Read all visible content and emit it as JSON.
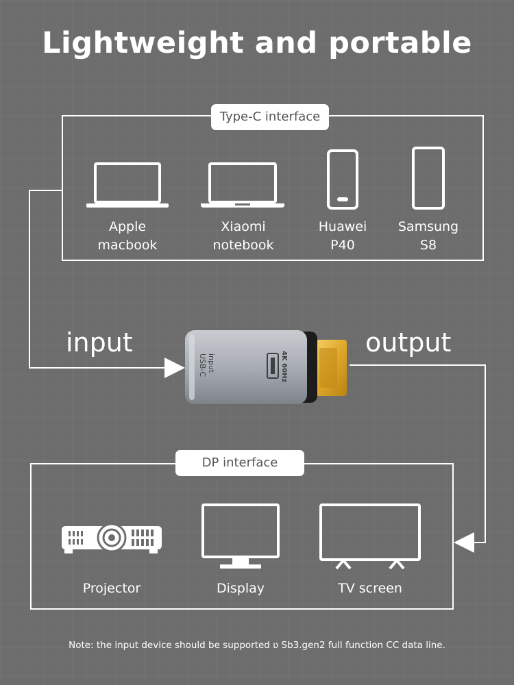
{
  "title": "Lightweight and portable",
  "top_group": {
    "label": "Type-C interface",
    "devices": [
      {
        "name": "Apple macbook",
        "line1": "Apple",
        "line2": "macbook",
        "icon": "laptop-icon"
      },
      {
        "name": "Xiaomi notebook",
        "line1": "Xiaomi",
        "line2": "notebook",
        "icon": "laptop-icon"
      },
      {
        "name": "Huawei P40",
        "line1": "Huawei",
        "line2": "P40",
        "icon": "phone-icon"
      },
      {
        "name": "Samsung S8",
        "line1": "Samsung",
        "line2": "S8",
        "icon": "phone-icon"
      }
    ]
  },
  "input_label": "input",
  "output_label": "output",
  "adapter": {
    "usb_text_1": "USB-C",
    "usb_text_2": "input",
    "badge": "4K 60Hz"
  },
  "bottom_group": {
    "label": "DP interface",
    "devices": [
      {
        "name": "Projector",
        "icon": "projector-icon"
      },
      {
        "name": "Display",
        "icon": "monitor-icon"
      },
      {
        "name": "TV screen",
        "icon": "tv-icon"
      }
    ]
  },
  "note": "Note: the input device should be supported ʋ Sb3.gen2 full function CC data line."
}
